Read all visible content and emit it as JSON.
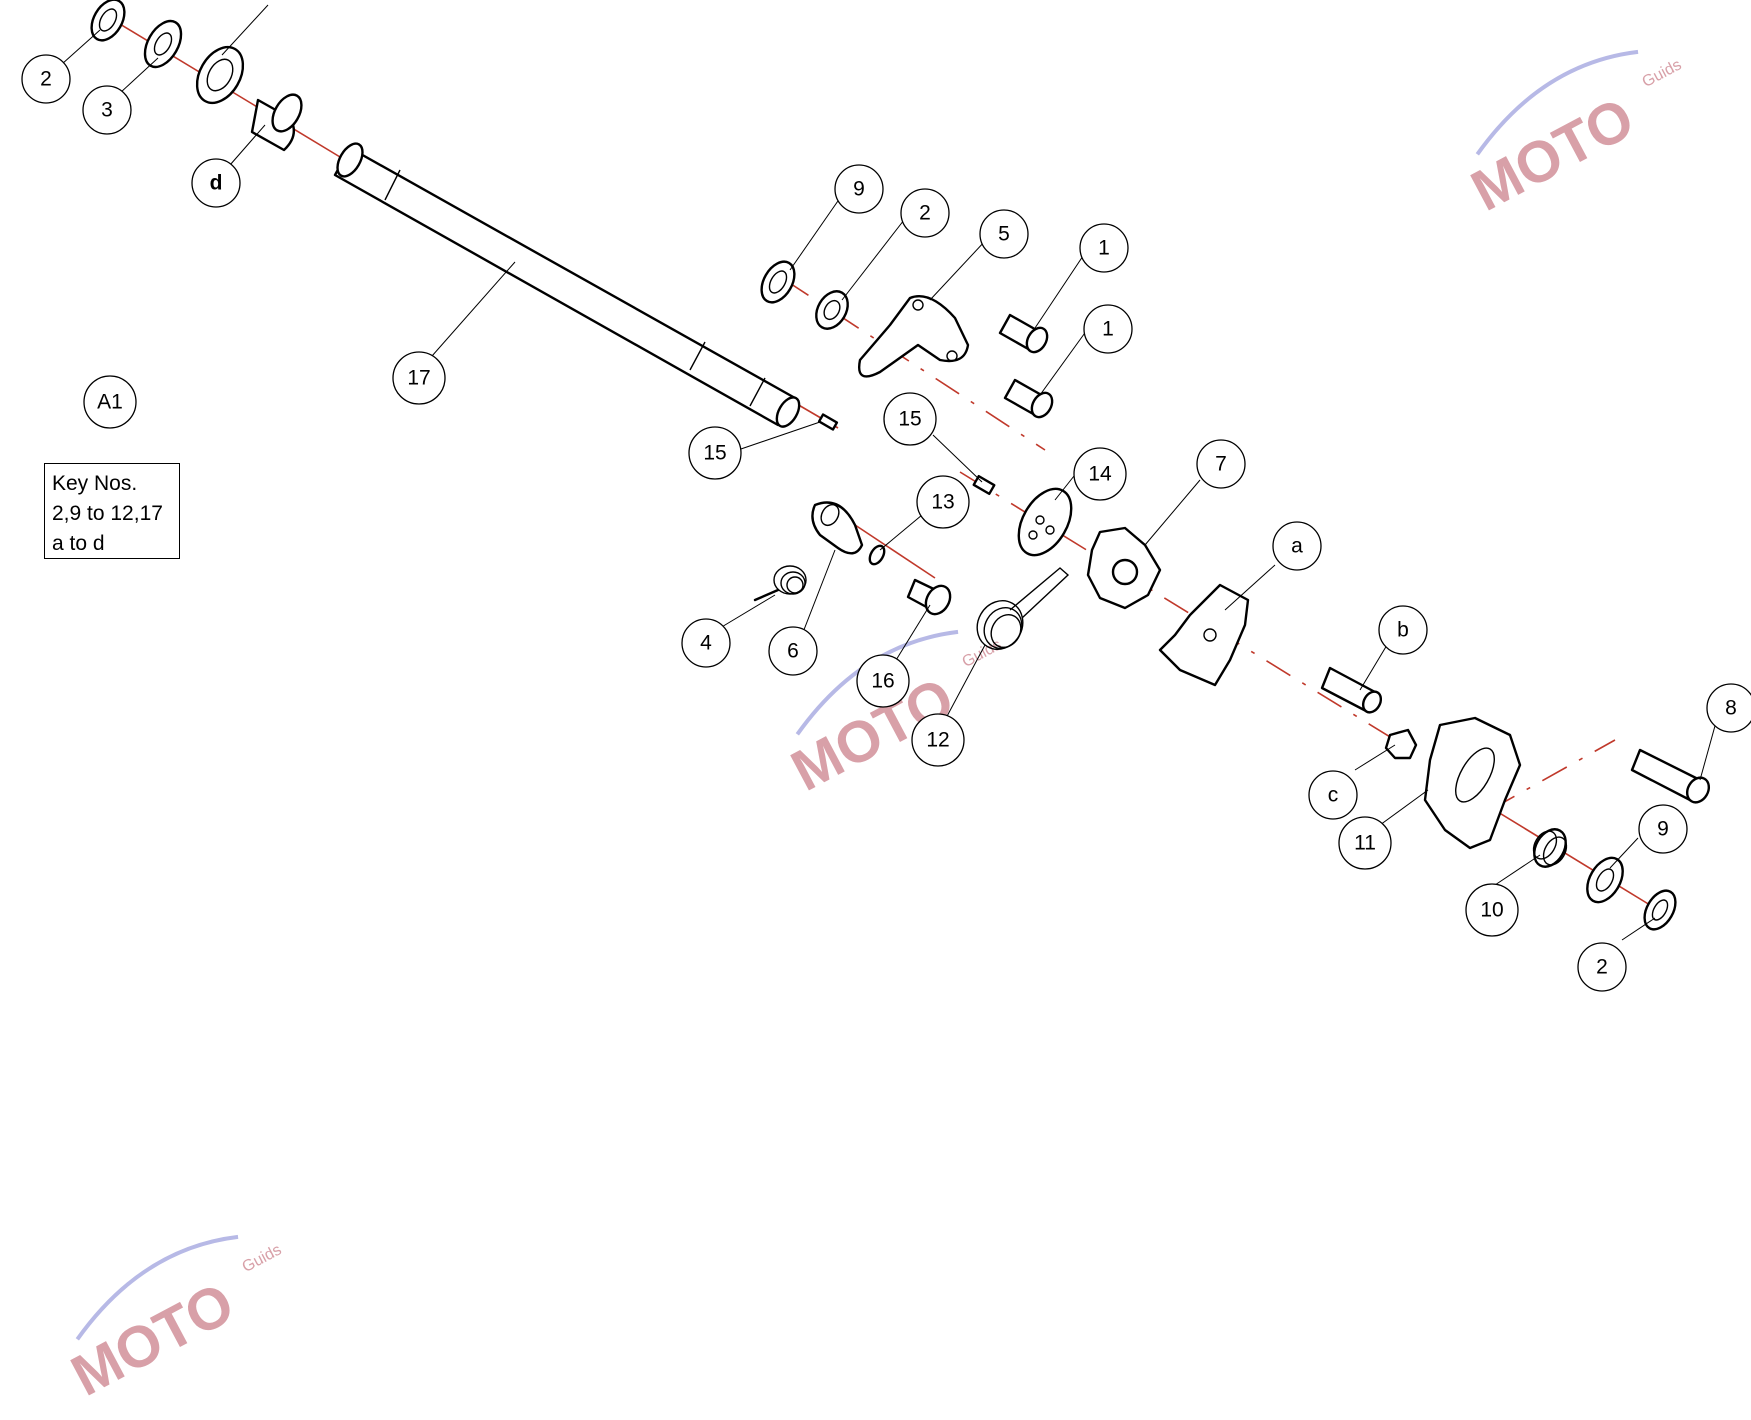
{
  "diagram": {
    "type": "exploded-parts-view",
    "accent_colors": {
      "axis": "#c0392b",
      "watermark": "#d8a0a8",
      "watermark_swoosh": "#b7b9e6"
    },
    "group_label": "A1",
    "key_box": {
      "lines": [
        "Key Nos.",
        "2,9 to 12,17",
        "a to d"
      ]
    },
    "callouts": [
      {
        "id": "c-2-top",
        "label": "2"
      },
      {
        "id": "c-3",
        "label": "3"
      },
      {
        "id": "c-d",
        "label": "d"
      },
      {
        "id": "c-17",
        "label": "17"
      },
      {
        "id": "c-15-shaft",
        "label": "15"
      },
      {
        "id": "c-9-top",
        "label": "9"
      },
      {
        "id": "c-2-mid",
        "label": "2"
      },
      {
        "id": "c-5",
        "label": "5"
      },
      {
        "id": "c-1-a",
        "label": "1"
      },
      {
        "id": "c-1-b",
        "label": "1"
      },
      {
        "id": "c-15-mid",
        "label": "15"
      },
      {
        "id": "c-14",
        "label": "14"
      },
      {
        "id": "c-7",
        "label": "7"
      },
      {
        "id": "c-13",
        "label": "13"
      },
      {
        "id": "c-a",
        "label": "a"
      },
      {
        "id": "c-4",
        "label": "4"
      },
      {
        "id": "c-6",
        "label": "6"
      },
      {
        "id": "c-16",
        "label": "16"
      },
      {
        "id": "c-12",
        "label": "12"
      },
      {
        "id": "c-b",
        "label": "b"
      },
      {
        "id": "c-8",
        "label": "8"
      },
      {
        "id": "c-c",
        "label": "c"
      },
      {
        "id": "c-11",
        "label": "11"
      },
      {
        "id": "c-9-bot",
        "label": "9"
      },
      {
        "id": "c-10",
        "label": "10"
      },
      {
        "id": "c-2-bot",
        "label": "2"
      }
    ],
    "watermark": {
      "text": "MOTO",
      "subtext": "Guids"
    }
  }
}
